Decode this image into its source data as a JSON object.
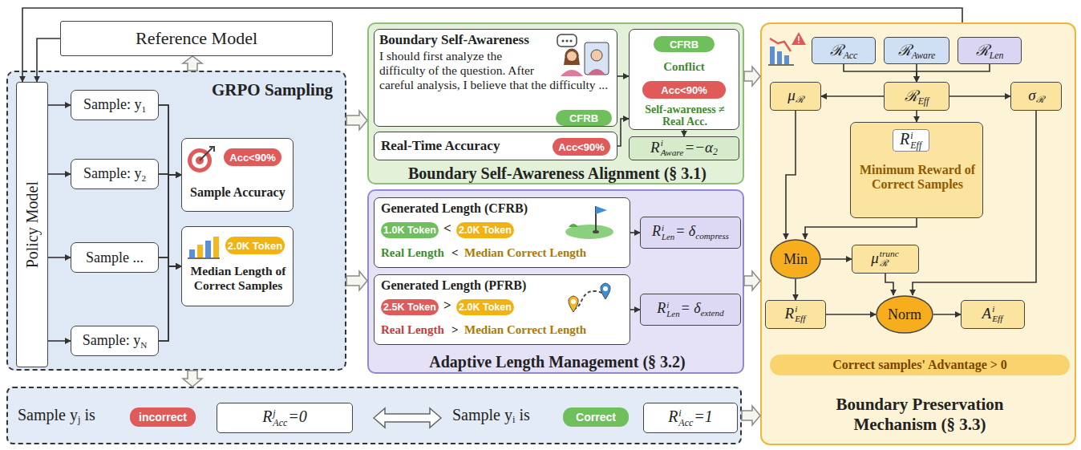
{
  "diagram": {
    "nodes": [
      {
        "text": [
          "GRPO Sampling"
        ]
      },
      {
        "text": [
          "Policy Model"
        ],
        "in": 0
      },
      {
        "text": [
          "Sample: y",
          "1"
        ],
        "in": 0
      },
      {
        "text": [
          "Sample: y",
          "2"
        ],
        "in": 0
      },
      {
        "text": [
          "Sample ..."
        ],
        "in": 0
      },
      {
        "text": [
          "Sample: y",
          "N"
        ],
        "in": 0
      },
      {
        "text": [
          "Sample Accuracy"
        ],
        "in": 0
      },
      {
        "text": [
          "Acc<90%"
        ],
        "in": 6
      },
      {
        "text": [
          "Median Length of Correct Samples"
        ],
        "in": 0
      },
      {
        "text": [
          "2.0K Token"
        ],
        "in": 8
      },
      {
        "text": [
          "Reference Model"
        ]
      },
      {
        "text": [
          "Boundary Self-Awareness Alignment (§ 3.1)"
        ]
      },
      {
        "text": [
          "Boundary Self-Awareness",
          "I should first analyze the difficulty of the question. After careful analysis, I believe that the difficulty ..."
        ],
        "in": 11
      },
      {
        "text": [
          "CFRB"
        ],
        "in": 12
      },
      {
        "text": [
          "Real-Time Accuracy"
        ],
        "in": 11
      },
      {
        "text": [
          "Acc<90%"
        ],
        "in": 14
      },
      {
        "text": [
          "Self-awareness ≠ Real Acc."
        ],
        "in": 11
      },
      {
        "text": [
          "CFRB"
        ],
        "in": 16
      },
      {
        "text": [
          "Acc<90%"
        ],
        "in": 16
      },
      {
        "text": [
          "R",
          "i",
          "Aware",
          "=−α",
          "2"
        ],
        "in": 11
      },
      {
        "text": [
          "Adaptive Length Management (§ 3.2)"
        ]
      },
      {
        "text": [
          "Generated Length (CFRB)",
          "<",
          "Real Length",
          "<",
          "Median Correct Length"
        ],
        "in": 20
      },
      {
        "text": [
          "1.0K Token"
        ],
        "in": 21
      },
      {
        "text": [
          "2.0K Token"
        ],
        "in": 21
      },
      {
        "text": [
          "R",
          "i",
          "Len",
          "= δ",
          "compress"
        ],
        "in": 20
      },
      {
        "text": [
          "Generated Length (PFRB)",
          ">",
          "Real Length",
          ">",
          "Median Correct Length"
        ],
        "in": 20
      },
      {
        "text": [
          "2.5K Token"
        ],
        "in": 25
      },
      {
        "text": [
          "2.0K Token"
        ],
        "in": 25
      },
      {
        "text": [
          "R",
          "i",
          "Len",
          "= δ",
          "extend"
        ],
        "in": 20
      },
      {
        "text": [
          "Boundary Preservation Mechanism (§ 3.3)"
        ]
      },
      {
        "text": [
          "ℛ",
          "Acc"
        ],
        "in": 29
      },
      {
        "text": [
          "ℛ",
          "Aware"
        ],
        "in": 29
      },
      {
        "text": [
          "ℛ",
          "Len"
        ],
        "in": 29
      },
      {
        "text": [
          "ℛ",
          "Eff"
        ],
        "in": 29
      },
      {
        "text": [
          "μ",
          "ℛ"
        ],
        "in": 29
      },
      {
        "text": [
          "σ",
          "ℛ"
        ],
        "in": 29
      },
      {
        "text": [
          "R",
          "i",
          "Eff",
          "Minimum Reward of Correct Samples"
        ],
        "in": 29
      },
      {
        "text": [
          "Min"
        ],
        "in": 29
      },
      {
        "text": [
          "μ",
          "trunc",
          "ℛ"
        ],
        "in": 29
      },
      {
        "text": [
          "R",
          "i",
          "Eff"
        ],
        "in": 29
      },
      {
        "text": [
          "Norm"
        ],
        "in": 29
      },
      {
        "text": [
          "A",
          "i",
          "Eff"
        ],
        "in": 29
      },
      {
        "text": [
          "Correct samples' Advantage > 0"
        ],
        "in": 29
      },
      {
        "text": [
          "Sample y",
          "j",
          " is",
          "Sample y",
          "i",
          " is"
        ]
      },
      {
        "text": [
          "incorrect"
        ],
        "in": 43
      },
      {
        "text": [
          "R",
          "j",
          "Acc",
          "=0"
        ],
        "in": 43
      },
      {
        "text": [
          "Correct"
        ],
        "in": 43
      },
      {
        "text": [
          "R",
          "i",
          "Acc",
          "=1"
        ],
        "in": 43
      }
    ],
    "edges": [
      {
        "from": 1,
        "to": 2,
        "arrow": "to"
      },
      {
        "from": 1,
        "to": 3,
        "arrow": "to"
      },
      {
        "from": 1,
        "to": 4,
        "arrow": "to"
      },
      {
        "from": 1,
        "to": 5,
        "arrow": "to"
      },
      {
        "from": 2,
        "to": 6,
        "arrow": "to"
      },
      {
        "from": 2,
        "to": 8,
        "arrow": "to"
      },
      {
        "from": 3,
        "to": 6,
        "arrow": "to"
      },
      {
        "from": 3,
        "to": 8,
        "arrow": "to"
      },
      {
        "from": 4,
        "to": 6,
        "arrow": "to"
      },
      {
        "from": 4,
        "to": 8,
        "arrow": "to"
      },
      {
        "from": 5,
        "to": 6,
        "arrow": "to"
      },
      {
        "from": 5,
        "to": 8,
        "arrow": "to"
      },
      {
        "from": 10,
        "to": 1,
        "arrow": "to"
      },
      {
        "from": 29,
        "to": 1,
        "arrow": "to"
      },
      {
        "from": 0,
        "to": 10,
        "arrow": "to"
      },
      {
        "from": 0,
        "to": 11,
        "arrow": "to"
      },
      {
        "from": 0,
        "to": 20,
        "arrow": "to"
      },
      {
        "from": 0,
        "to": 43,
        "arrow": "to"
      },
      {
        "from": 11,
        "to": 29,
        "arrow": "to"
      },
      {
        "from": 20,
        "to": 29,
        "arrow": "to"
      },
      {
        "from": 43,
        "to": 29,
        "arrow": "to"
      },
      {
        "from": 12,
        "to": 16,
        "arrow": "to"
      },
      {
        "from": 14,
        "to": 16,
        "arrow": "to"
      },
      {
        "from": 17,
        "to": 18,
        "label": "Conflict",
        "arrow": "both"
      },
      {
        "from": 16,
        "to": 19,
        "arrow": "to"
      },
      {
        "from": 21,
        "to": 24,
        "arrow": "to"
      },
      {
        "from": 25,
        "to": 28,
        "arrow": "to"
      },
      {
        "from": 30,
        "to": 33,
        "arrow": "to"
      },
      {
        "from": 31,
        "to": 33,
        "arrow": "to"
      },
      {
        "from": 32,
        "to": 33,
        "arrow": "to"
      },
      {
        "from": 33,
        "to": 34,
        "arrow": "to"
      },
      {
        "from": 33,
        "to": 35,
        "arrow": "to"
      },
      {
        "from": 33,
        "to": 36,
        "arrow": "to"
      },
      {
        "from": 34,
        "to": 37,
        "arrow": "to"
      },
      {
        "from": 36,
        "to": 37,
        "arrow": "to"
      },
      {
        "from": 37,
        "to": 38,
        "arrow": "to"
      },
      {
        "from": 37,
        "to": 39,
        "arrow": "to"
      },
      {
        "from": 38,
        "to": 40,
        "arrow": "to"
      },
      {
        "from": 35,
        "to": 40,
        "arrow": "to"
      },
      {
        "from": 39,
        "to": 40,
        "arrow": "to"
      },
      {
        "from": 40,
        "to": 41,
        "arrow": "to"
      }
    ]
  }
}
